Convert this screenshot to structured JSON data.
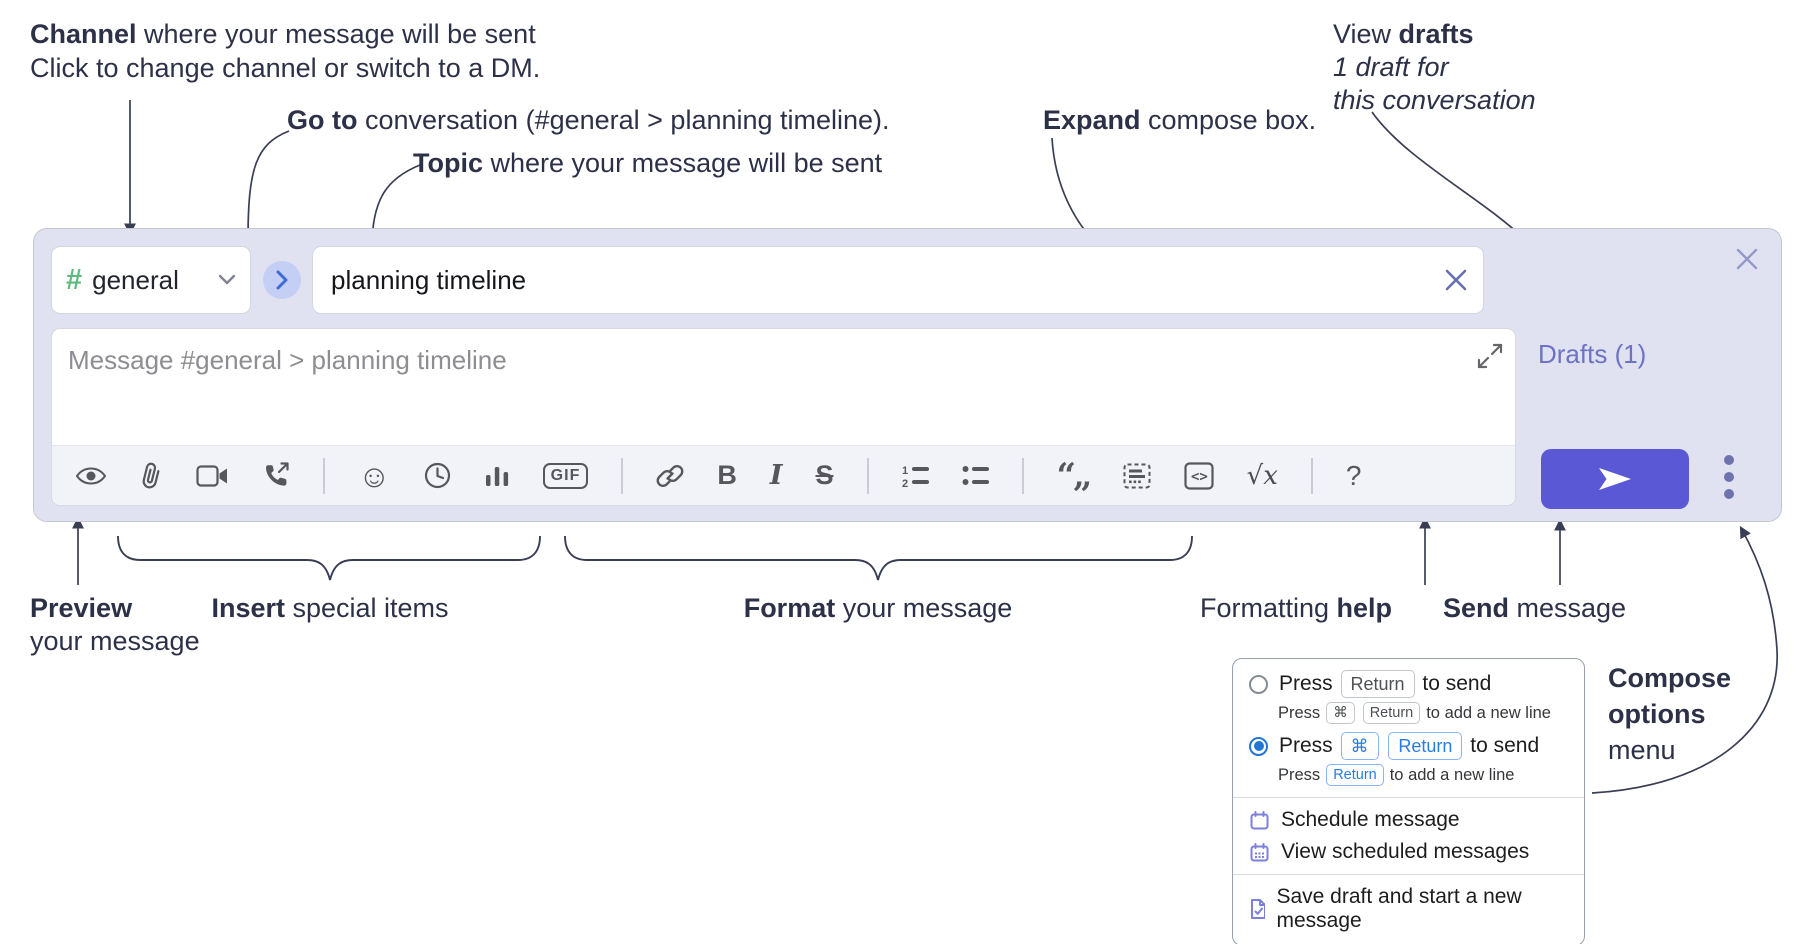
{
  "annotations": {
    "channel": {
      "bold": "Channel",
      "rest": " where your message will be sent",
      "line2": "Click to change channel or switch to a DM."
    },
    "goto": {
      "bold": "Go to",
      "rest": " conversation (#general > planning timeline)."
    },
    "topic": {
      "bold": "Topic",
      "rest": " where your message will be sent"
    },
    "expand": {
      "bold": "Expand",
      "rest": " compose box."
    },
    "drafts": {
      "line1_pre": "View ",
      "line1_bold": "drafts",
      "line2": "1 draft for",
      "line3": "this conversation"
    },
    "preview": {
      "bold": "Preview",
      "line2": "your message"
    },
    "insert": {
      "bold": "Insert",
      "rest": " special items"
    },
    "format": {
      "bold": "Format",
      "rest": " your message"
    },
    "help": {
      "pre": "Formatting ",
      "bold": "help"
    },
    "send": {
      "bold": "Send",
      "rest": " message"
    },
    "compose_options": {
      "line1": "Compose",
      "line2": "options",
      "line3": "menu"
    }
  },
  "compose": {
    "channel_selector": {
      "hash": "#",
      "label": "general"
    },
    "topic_input": {
      "value": "planning timeline"
    },
    "message_input": {
      "placeholder": "Message #general > planning timeline"
    },
    "drafts_link": "Drafts (1)",
    "toolbar_icons": [
      "preview",
      "attach-file",
      "video-call",
      "voice-call",
      "divider",
      "emoji",
      "global-time",
      "poll",
      "gif",
      "divider",
      "link",
      "bold",
      "italic",
      "strikethrough",
      "divider",
      "numbered-list",
      "bulleted-list",
      "divider",
      "quote",
      "spoiler",
      "code",
      "math",
      "divider",
      "help"
    ],
    "glyphs": {
      "gif": "GIF",
      "bold": "B",
      "italic": "I",
      "strike": "S",
      "quote": "“„",
      "code": "<>",
      "math_root": "√",
      "math_var": "x",
      "help": "?",
      "smiley": "☺",
      "ol_1": "1",
      "ol_2": "2"
    }
  },
  "options_menu": {
    "option1": {
      "press": "Press",
      "key1": "Return",
      "suffix": "to send",
      "sub_press": "Press",
      "sub_key1": "⌘",
      "sub_key2": "Return",
      "sub_suffix": "to add a new line"
    },
    "option2": {
      "press": "Press",
      "key1": "⌘",
      "key2": "Return",
      "suffix": "to send",
      "sub_press": "Press",
      "sub_key1": "Return",
      "sub_suffix": "to add a new line"
    },
    "items": [
      "Schedule message",
      "View scheduled messages",
      "Save draft and start a new message"
    ]
  },
  "colors": {
    "accent_send": "#5b58d6",
    "drafts_link": "#6d72c2",
    "compose_bg": "#e0e2f2",
    "hash_green": "#5fba7d",
    "kbd_blue": "#2b7ce2",
    "radio_blue": "#2277d4",
    "menu_icon_purple": "#7b80d9",
    "annotation_text": "#2d3148"
  }
}
